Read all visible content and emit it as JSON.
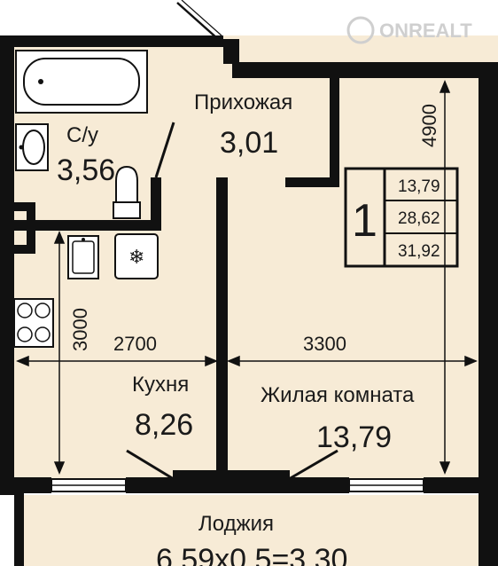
{
  "logo": {
    "text": "ONREALT"
  },
  "rooms": {
    "bathroom": {
      "name": "С/у",
      "area": "3,56"
    },
    "hallway": {
      "name": "Прихожая",
      "area": "3,01"
    },
    "kitchen": {
      "name": "Кухня",
      "area": "8,26"
    },
    "living": {
      "name": "Жилая комната",
      "area": "13,79"
    },
    "loggia": {
      "name": "Лоджия",
      "area": "6,59х0,5=3,30"
    }
  },
  "dimensions": {
    "kitchen_width": "2700",
    "living_width": "3300",
    "kitchen_height": "3000",
    "living_height": "4900"
  },
  "summary": {
    "rooms_count": "1",
    "living_area": "13,79",
    "total_area": "28,62",
    "total_area_with_loggia": "31,92"
  },
  "colors": {
    "floor": "#f7ebd6",
    "wall": "#111111",
    "fixture": "#ffffff"
  }
}
